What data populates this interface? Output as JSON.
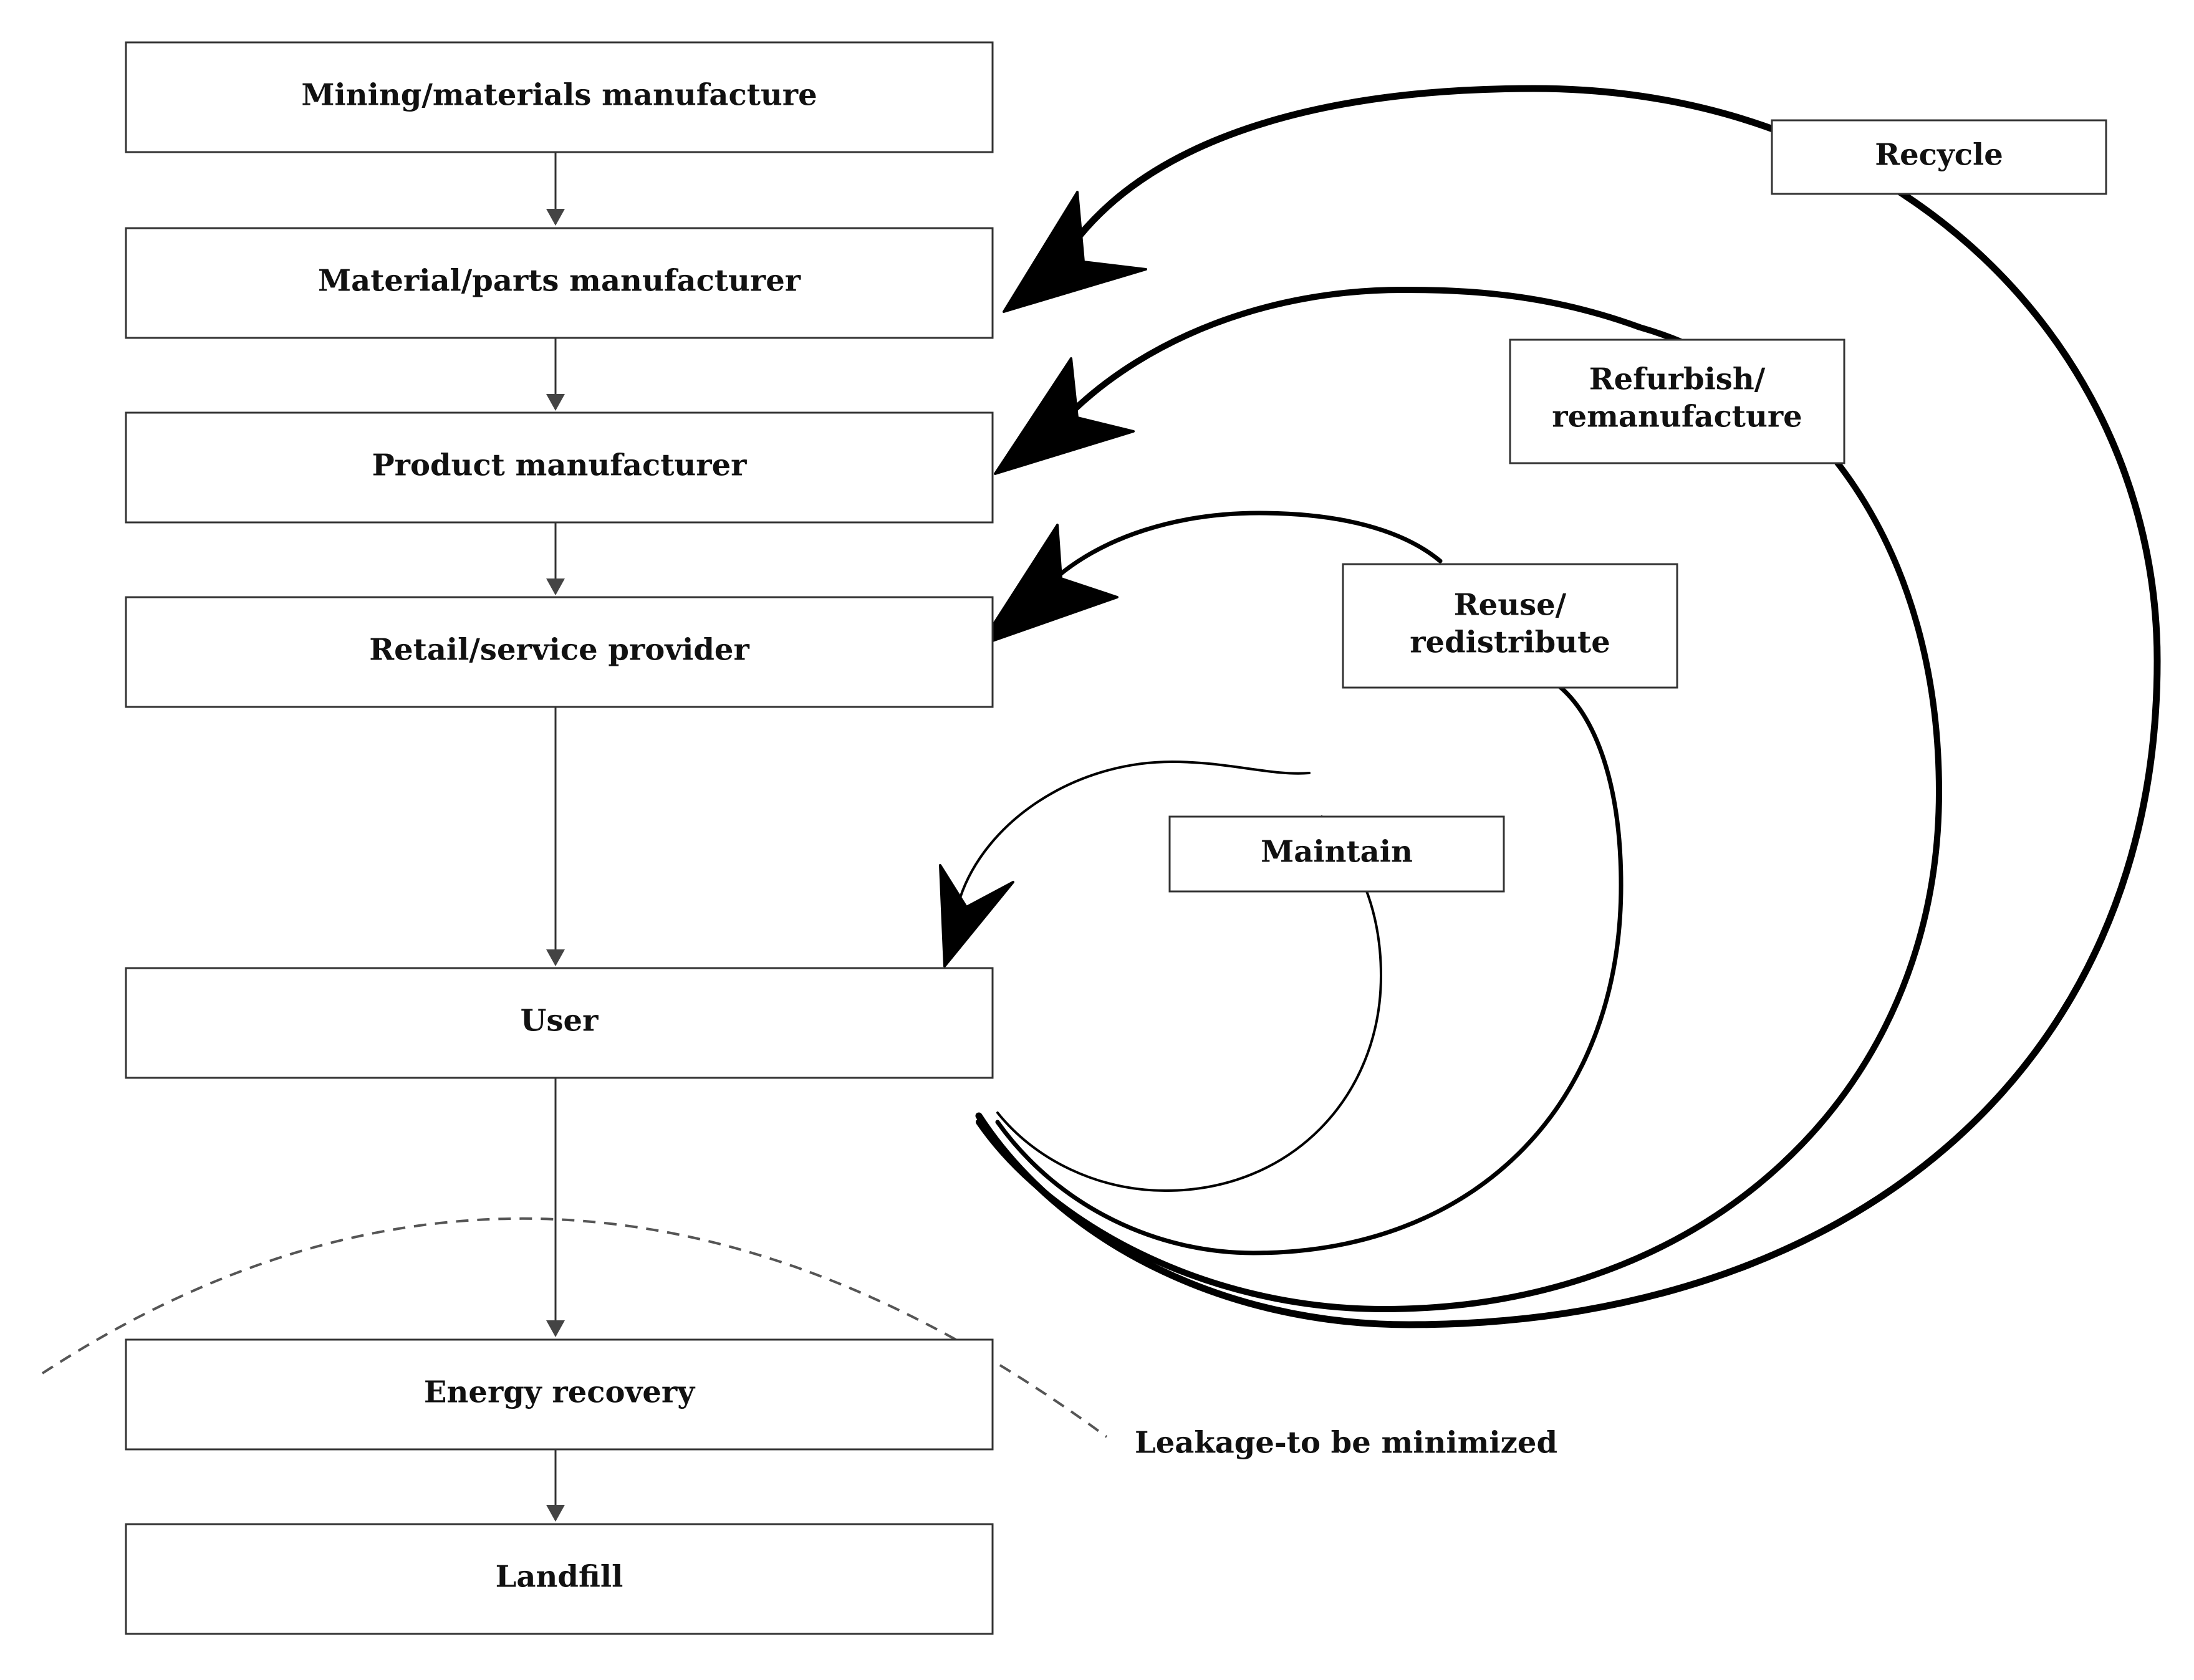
{
  "stages": {
    "mining": "Mining/materials manufacture",
    "parts": "Material/parts manufacturer",
    "product": "Product manufacturer",
    "retail": "Retail/service provider",
    "user": "User",
    "energy": "Energy recovery",
    "landfill": "Landfill"
  },
  "loops": {
    "recycle": "Recycle",
    "refurbish_line1": "Refurbish/",
    "refurbish_line2": "remanufacture",
    "reuse_line1": "Reuse/",
    "reuse_line2": "redistribute",
    "maintain": "Maintain"
  },
  "leakage": "Leakage-to be minimized"
}
